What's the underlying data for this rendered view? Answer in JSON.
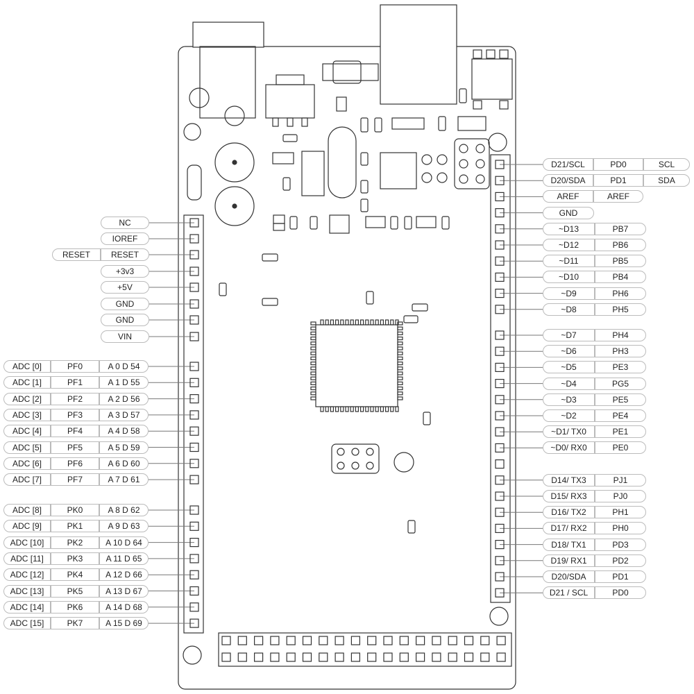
{
  "left_pins": [
    {
      "labels": [
        "NC"
      ]
    },
    {
      "labels": [
        "IOREF"
      ]
    },
    {
      "labels": [
        "RESET",
        "RESET"
      ]
    },
    {
      "labels": [
        "+3v3"
      ]
    },
    {
      "labels": [
        "+5V"
      ]
    },
    {
      "labels": [
        "GND"
      ]
    },
    {
      "labels": [
        "GND"
      ]
    },
    {
      "labels": [
        "VIN"
      ]
    },
    {
      "labels": [
        "ADC [0]",
        "PF0",
        "A 0   D 54"
      ]
    },
    {
      "labels": [
        "ADC [1]",
        "PF1",
        "A 1   D 55"
      ]
    },
    {
      "labels": [
        "ADC [2]",
        "PF2",
        "A 2   D 56"
      ]
    },
    {
      "labels": [
        "ADC [3]",
        "PF3",
        "A 3   D 57"
      ]
    },
    {
      "labels": [
        "ADC [4]",
        "PF4",
        "A 4   D 58"
      ]
    },
    {
      "labels": [
        "ADC [5]",
        "PF5",
        "A 5   D 59"
      ]
    },
    {
      "labels": [
        "ADC [6]",
        "PF6",
        "A 6   D 60"
      ]
    },
    {
      "labels": [
        "ADC [7]",
        "PF7",
        "A 7   D 61"
      ]
    },
    {
      "labels": [
        "ADC [8]",
        "PK0",
        "A 8    D 62"
      ]
    },
    {
      "labels": [
        "ADC [9]",
        "PK1",
        "A 9    D 63"
      ]
    },
    {
      "labels": [
        "ADC [10]",
        "PK2",
        "A 10  D 64"
      ]
    },
    {
      "labels": [
        "ADC [11]",
        "PK3",
        "A 11  D 65"
      ]
    },
    {
      "labels": [
        "ADC [12]",
        "PK4",
        "A 12  D 66"
      ]
    },
    {
      "labels": [
        "ADC [13]",
        "PK5",
        "A 13  D 67"
      ]
    },
    {
      "labels": [
        "ADC [14]",
        "PK6",
        "A 14  D 68"
      ]
    },
    {
      "labels": [
        "ADC [15]",
        "PK7",
        "A 15  D 69"
      ]
    }
  ],
  "right_pins": [
    {
      "labels": [
        "D21/SCL",
        "PD0",
        "SCL"
      ]
    },
    {
      "labels": [
        "D20/SDA",
        "PD1",
        "SDA"
      ]
    },
    {
      "labels": [
        "AREF",
        "AREF"
      ]
    },
    {
      "labels": [
        "GND"
      ]
    },
    {
      "labels": [
        "~D13",
        "PB7"
      ]
    },
    {
      "labels": [
        "~D12",
        "PB6"
      ]
    },
    {
      "labels": [
        "~D11",
        "PB5"
      ]
    },
    {
      "labels": [
        "~D10",
        "PB4"
      ]
    },
    {
      "labels": [
        "~D9",
        "PH6"
      ]
    },
    {
      "labels": [
        "~D8",
        "PH5"
      ]
    },
    {
      "labels": [
        "~D7",
        "PH4"
      ]
    },
    {
      "labels": [
        "~D6",
        "PH3"
      ]
    },
    {
      "labels": [
        "~D5",
        "PE3"
      ]
    },
    {
      "labels": [
        "~D4",
        "PG5"
      ]
    },
    {
      "labels": [
        "~D3",
        "PE5"
      ]
    },
    {
      "labels": [
        "~D2",
        "PE4"
      ]
    },
    {
      "labels": [
        "~D1/ TX0",
        "PE1"
      ]
    },
    {
      "labels": [
        "~D0/ RX0",
        "PE0"
      ]
    },
    {
      "labels": []
    },
    {
      "labels": [
        "D14/ TX3",
        "PJ1"
      ]
    },
    {
      "labels": [
        "D15/ RX3",
        "PJ0"
      ]
    },
    {
      "labels": [
        "D16/ TX2",
        "PH1"
      ]
    },
    {
      "labels": [
        "D17/ RX2",
        "PH0"
      ]
    },
    {
      "labels": [
        "D18/ TX1",
        "PD3"
      ]
    },
    {
      "labels": [
        "D19/ RX1",
        "PD2"
      ]
    },
    {
      "labels": [
        "D20/SDA",
        "PD1"
      ]
    },
    {
      "labels": [
        "D21 / SCL",
        "PD0"
      ]
    }
  ]
}
